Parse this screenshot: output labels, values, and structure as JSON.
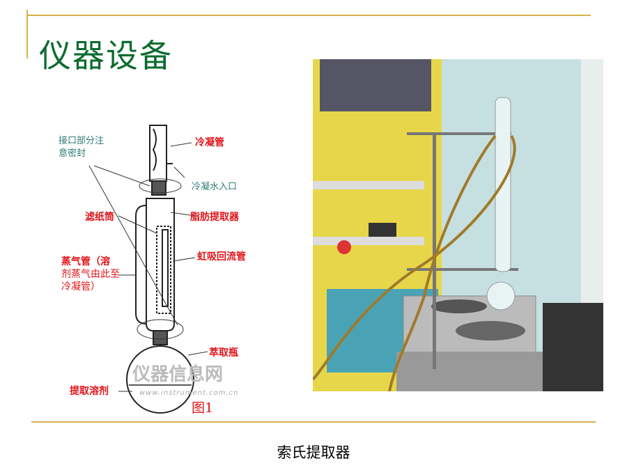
{
  "slide": {
    "title": "仪器设备",
    "caption": "索氏提取器"
  },
  "diagram": {
    "labels": {
      "seal_note_1": "接口部分注",
      "seal_note_2": "意密封",
      "condenser": "冷凝管",
      "water_inlet": "冷凝水入口",
      "filter_thimble": "滤纸筒",
      "extractor": "脂肪提取器",
      "siphon": "虹吸回流管",
      "vapor_1": "蒸气管（溶",
      "vapor_2": "剂蒸气由此至",
      "vapor_3": "冷凝管）",
      "flask": "萃取瓶",
      "solvent": "提取溶剂",
      "figure": "图1"
    },
    "watermark": "仪器信息网",
    "watermark_url": "www.instrument.com.cn"
  },
  "colors": {
    "title": "#0b6b2f",
    "rule": "#d4b04a",
    "label": "#e0141a"
  }
}
